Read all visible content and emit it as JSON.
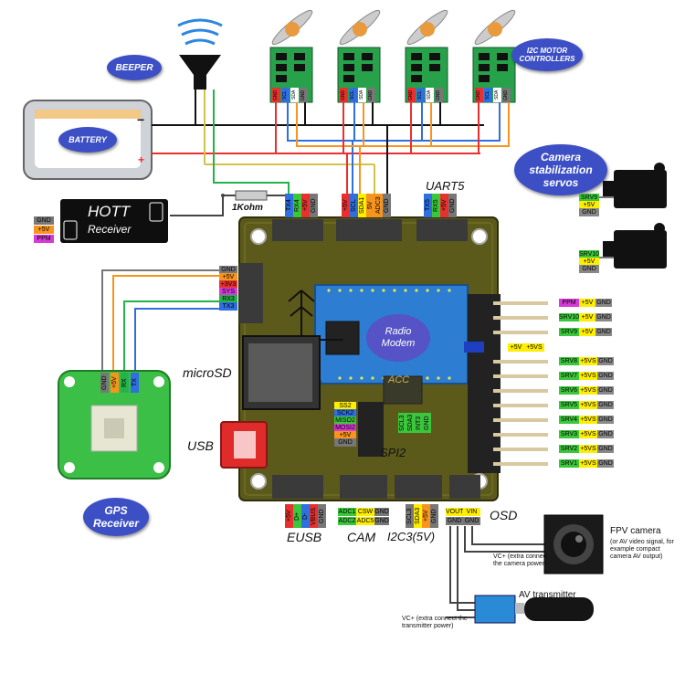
{
  "bubbles": {
    "beeper": "BEEPER",
    "battery": "BATTERY",
    "i2c_motor": "I2C MOTOR CONTROLLERS",
    "camera_servos": "Camera stabilization servos",
    "radio_modem": "Radio Modem",
    "gps": "GPS Receiver"
  },
  "labels": {
    "hott_title": "HOTT",
    "hott_sub": "Receiver",
    "resistor": "1Kohm",
    "uart5": "UART5",
    "microsd": "microSD",
    "usb": "USB",
    "spi2": "SPI2",
    "acc": "ACC",
    "eusb": "EUSB",
    "cam": "CAM",
    "i2c3": "I2C3(5V)",
    "osd": "OSD",
    "fpv_title": "FPV camera",
    "fpv_note": "(or AV video signal, for example compact camera AV output)",
    "vc_cam": "VC+ (extra connect the camera power)",
    "av_title": "AV transmitter",
    "vc_tx": "VC+ (extra connect the transmitter power)",
    "battery_minus": "−",
    "battery_plus": "+"
  },
  "hott_pins": [
    {
      "text": "GND",
      "color": "#777777"
    },
    {
      "text": "+5V",
      "color": "#f7941d"
    },
    {
      "text": "PPM",
      "color": "#d63bd6"
    }
  ],
  "gps_pins": [
    {
      "text": "GND",
      "color": "#777777"
    },
    {
      "text": "+5V",
      "color": "#f7941d"
    },
    {
      "text": "+3V3",
      "color": "#e8312e"
    },
    {
      "text": "SYS",
      "color": "#d63bd6"
    },
    {
      "text": "RX3",
      "color": "#26b24b"
    },
    {
      "text": "TX3",
      "color": "#2f6fe0"
    }
  ],
  "gps_module_pins": [
    {
      "text": "GND",
      "color": "#777777"
    },
    {
      "text": "+5V",
      "color": "#f7941d"
    },
    {
      "text": "RX",
      "color": "#26b24b"
    },
    {
      "text": "TX",
      "color": "#2f6fe0"
    }
  ],
  "servo_right": [
    {
      "text": "PPM",
      "c1": "#d63bd6",
      "v": "+5V",
      "c2": "#ffee00",
      "g": "GND"
    },
    {
      "text": "SRV10",
      "c1": "#3cc63c",
      "v": "+5V",
      "c2": "#ffee00",
      "g": "GND"
    },
    {
      "text": "SRV9",
      "c1": "#3cc63c",
      "v": "+5V",
      "c2": "#ffee00",
      "g": "GND"
    }
  ],
  "jumper": {
    "a": "+5V",
    "b": "+5VS"
  },
  "servo_right2": [
    {
      "text": "SRV8",
      "v": "+5VS",
      "g": "GND"
    },
    {
      "text": "SRV7",
      "v": "+5VS",
      "g": "GND"
    },
    {
      "text": "SRV6",
      "v": "+5VS",
      "g": "GND"
    },
    {
      "text": "SRV5",
      "v": "+5VS",
      "g": "GND"
    },
    {
      "text": "SRV4",
      "v": "+5VS",
      "g": "GND"
    },
    {
      "text": "SRV3",
      "v": "+5VS",
      "g": "GND"
    },
    {
      "text": "SRV2",
      "v": "+5VS",
      "g": "GND"
    },
    {
      "text": "SRV1",
      "v": "+5VS",
      "g": "GND"
    }
  ],
  "srv9_stack": [
    {
      "text": "SRV9",
      "color": "#3cc63c"
    },
    {
      "text": "+5V",
      "color": "#ffee00"
    },
    {
      "text": "GND",
      "color": "#888888"
    }
  ],
  "srv10_stack": [
    {
      "text": "SRV10",
      "color": "#3cc63c"
    },
    {
      "text": "+5V",
      "color": "#ffee00"
    },
    {
      "text": "GND",
      "color": "#888888"
    }
  ],
  "top_left_header": [
    {
      "text": "TX4",
      "color": "#2f6fe0"
    },
    {
      "text": "RX4",
      "color": "#3cc63c"
    },
    {
      "text": "+5V",
      "color": "#e8312e"
    },
    {
      "text": "GND",
      "color": "#777777"
    }
  ],
  "i2c_header": [
    {
      "text": "+5V",
      "color": "#e8312e"
    },
    {
      "text": "SCL",
      "color": "#2f6fe0"
    },
    {
      "text": "SDA1",
      "color": "#ffee00"
    },
    {
      "text": "5V",
      "color": "#f7941d"
    },
    {
      "text": "ADC3",
      "color": "#f7941d"
    },
    {
      "text": "GND",
      "color": "#777777"
    }
  ],
  "uart5_pins": [
    {
      "text": "TX5",
      "color": "#2f6fe0"
    },
    {
      "text": "RX5",
      "color": "#3cc63c"
    },
    {
      "text": "+5V",
      "color": "#e8312e"
    },
    {
      "text": "GND",
      "color": "#777777"
    }
  ],
  "spi_pins": [
    {
      "text": "SS2",
      "color": "#ffee00"
    },
    {
      "text": "SCK2",
      "color": "#2f6fe0"
    },
    {
      "text": "MISO2",
      "color": "#3cc63c"
    },
    {
      "text": "MOSI2",
      "color": "#d63bd6"
    },
    {
      "text": "+5V",
      "color": "#f7941d"
    },
    {
      "text": "GND",
      "color": "#777777"
    }
  ],
  "spi_vert": [
    {
      "text": "SCL3",
      "color": "#3cc63c"
    },
    {
      "text": "SDA3",
      "color": "#3cc63c"
    },
    {
      "text": "INT3",
      "color": "#3cc63c"
    },
    {
      "text": "GND",
      "color": "#3cc63c"
    }
  ],
  "eusb_pins": [
    {
      "text": "+5V",
      "color": "#e8312e"
    },
    {
      "text": "D+",
      "color": "#3cc63c"
    },
    {
      "text": "D-",
      "color": "#2f6fe0"
    },
    {
      "text": "VBUS",
      "color": "#e8312e"
    },
    {
      "text": "GND",
      "color": "#777777"
    }
  ],
  "cam_pins": [
    [
      {
        "text": "ADC1",
        "color": "#3cc63c"
      },
      {
        "text": "CSW",
        "color": "#ffee00"
      },
      {
        "text": "GND",
        "color": "#777777"
      }
    ],
    [
      {
        "text": "ADC2",
        "color": "#3cc63c"
      },
      {
        "text": "ADC5",
        "color": "#ffee00"
      },
      {
        "text": "GND",
        "color": "#777777"
      }
    ]
  ],
  "i2c3_pins": [
    {
      "text": "SCL3",
      "color": "#777777"
    },
    {
      "text": "SDA3",
      "color": "#ffee00"
    },
    {
      "text": "+5V",
      "color": "#f7941d"
    },
    {
      "text": "GND",
      "color": "#777777"
    }
  ],
  "osd_pins": [
    [
      {
        "text": "VOUT",
        "color": "#ffee00"
      },
      {
        "text": "VIN",
        "color": "#ffee00"
      }
    ],
    [
      {
        "text": "GND",
        "color": "#777777"
      },
      {
        "text": "GND",
        "color": "#777777"
      }
    ]
  ],
  "motor_pins": [
    {
      "text": "GND",
      "color": "#e8312e"
    },
    {
      "text": "SCL",
      "color": "#2f6fe0"
    },
    {
      "text": "SDA",
      "color": "#ffffff"
    },
    {
      "text": "GND",
      "color": "#777777"
    }
  ]
}
